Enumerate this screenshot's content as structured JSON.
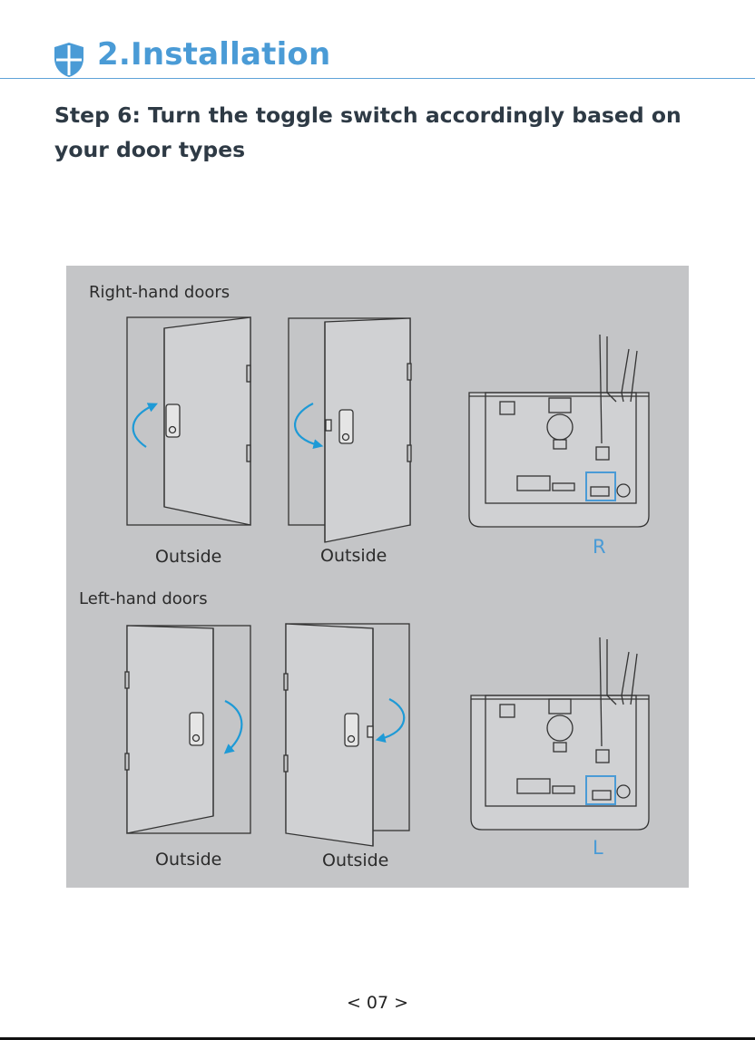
{
  "header": {
    "section_title": "2.Installation",
    "icon": "shield-icon",
    "accent_color": "#4a9bd6"
  },
  "step": {
    "title": "Step 6: Turn the toggle switch accordingly based on your door types"
  },
  "diagram": {
    "right_hand": {
      "heading": "Right-hand doors",
      "door1_label": "Outside",
      "door2_label": "Outside",
      "switch_label": "R"
    },
    "left_hand": {
      "heading": "Left-hand doors",
      "door1_label": "Outside",
      "door2_label": "Outside",
      "switch_label": "L"
    }
  },
  "footer": {
    "page_number": "< 07 >"
  }
}
